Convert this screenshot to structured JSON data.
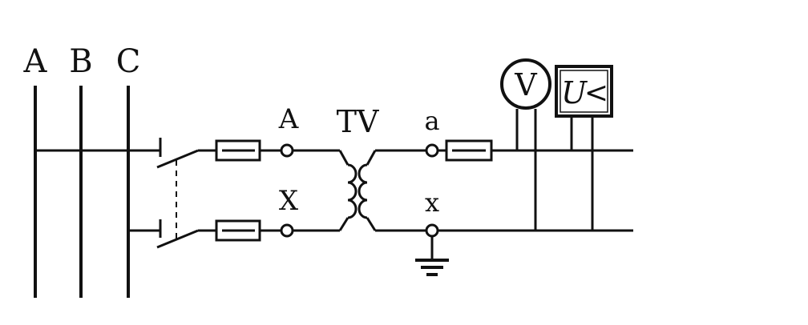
{
  "phases": [
    "A",
    "B",
    "C"
  ],
  "primary": {
    "terminal_start": "A",
    "terminal_end": "X"
  },
  "transformer": {
    "label": "TV"
  },
  "secondary": {
    "terminal_start": "a",
    "terminal_end": "x"
  },
  "meters": {
    "voltmeter": "V",
    "relay_symbol": "U",
    "relay_sign": "<"
  },
  "colors": {
    "line": "#111111",
    "background": "#ffffff"
  },
  "icons": {
    "voltmeter": "voltmeter-icon",
    "undervoltage_relay": "undervoltage-relay-icon",
    "ground": "ground-icon",
    "fuse": "fuse-icon",
    "disconnect_switch": "disconnect-switch-icon"
  }
}
